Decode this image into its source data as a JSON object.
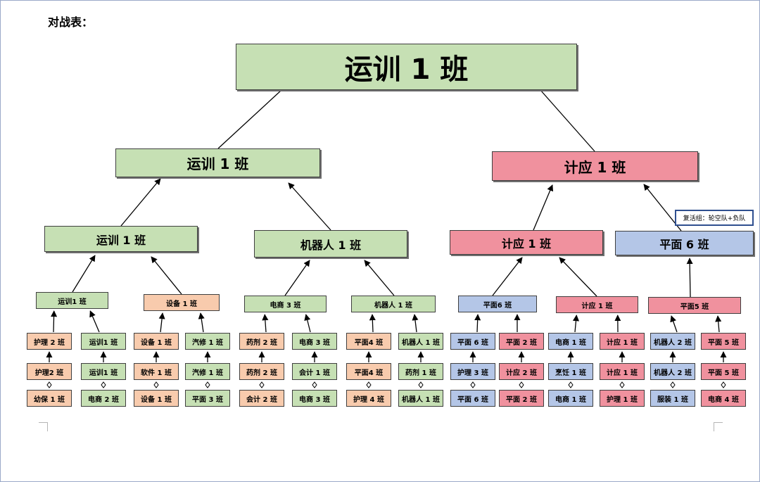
{
  "title": "对战表：",
  "colors": {
    "green": "#c6e0b4",
    "pink": "#f0919e",
    "blue": "#b4c6e7",
    "peach": "#f8cbad",
    "note_border": "#2f4f8f"
  },
  "icons": {
    "arrows": "arrow-up-icon",
    "connectors": "diamond-connector-icon"
  },
  "note": "复活组：轮空队+负队",
  "nodes": {
    "final": "运训 1 班",
    "semi_left": "运训 1 班",
    "semi_right": "计应 1 班",
    "q1": "运训 1 班",
    "q2": "机器人 1 班",
    "q3": "计应 1 班",
    "q4": "平面 6 班",
    "r1": "运训1 班",
    "r2": "设备 1 班",
    "r3": "电商 3 班",
    "r4": "机器人 1 班",
    "r5": "平面6 班",
    "r6": "计应 1 班",
    "r7": "平面5 班",
    "l1_0": "护理 2 班",
    "l1_1": "运训1 班",
    "l1_2": "设备 1 班",
    "l1_3": "汽修 1 班",
    "l1_4": "药剂 2 班",
    "l1_5": "电商 3 班",
    "l1_6": "平面4 班",
    "l1_7": "机器人 1 班",
    "l1_8": "平面 6 班",
    "l1_9": "平面 2 班",
    "l1_10": "电商 1 班",
    "l1_11": "计应 1 班",
    "l1_12": "机器人 2 班",
    "l1_13": "平面 5 班",
    "l2_0": "护理2 班",
    "l2_1": "运训1 班",
    "l2_2": "软件 1 班",
    "l2_3": "汽修 1 班",
    "l2_4": "药剂 2 班",
    "l2_5": "会计 1 班",
    "l2_6": "平面4 班",
    "l2_7": "药剂 1 班",
    "l2_8": "护理 3 班",
    "l2_9": "计应 2 班",
    "l2_10": "烹饪 1 班",
    "l2_11": "计应 1 班",
    "l2_12": "机器人 2 班",
    "l2_13": "平面 5 班",
    "l3_0": "幼保 1 班",
    "l3_1": "电商 2 班",
    "l3_2": "设备 1 班",
    "l3_3": "平面 3 班",
    "l3_4": "会计 2 班",
    "l3_5": "电商 3 班",
    "l3_6": "护理 4 班",
    "l3_7": "机器人 1 班",
    "l3_8": "平面 6 班",
    "l3_9": "平面 2 班",
    "l3_10": "电商 1 班",
    "l3_11": "护理 1 班",
    "l3_12": "服装 1 班",
    "l3_13": "电商 4 班"
  }
}
